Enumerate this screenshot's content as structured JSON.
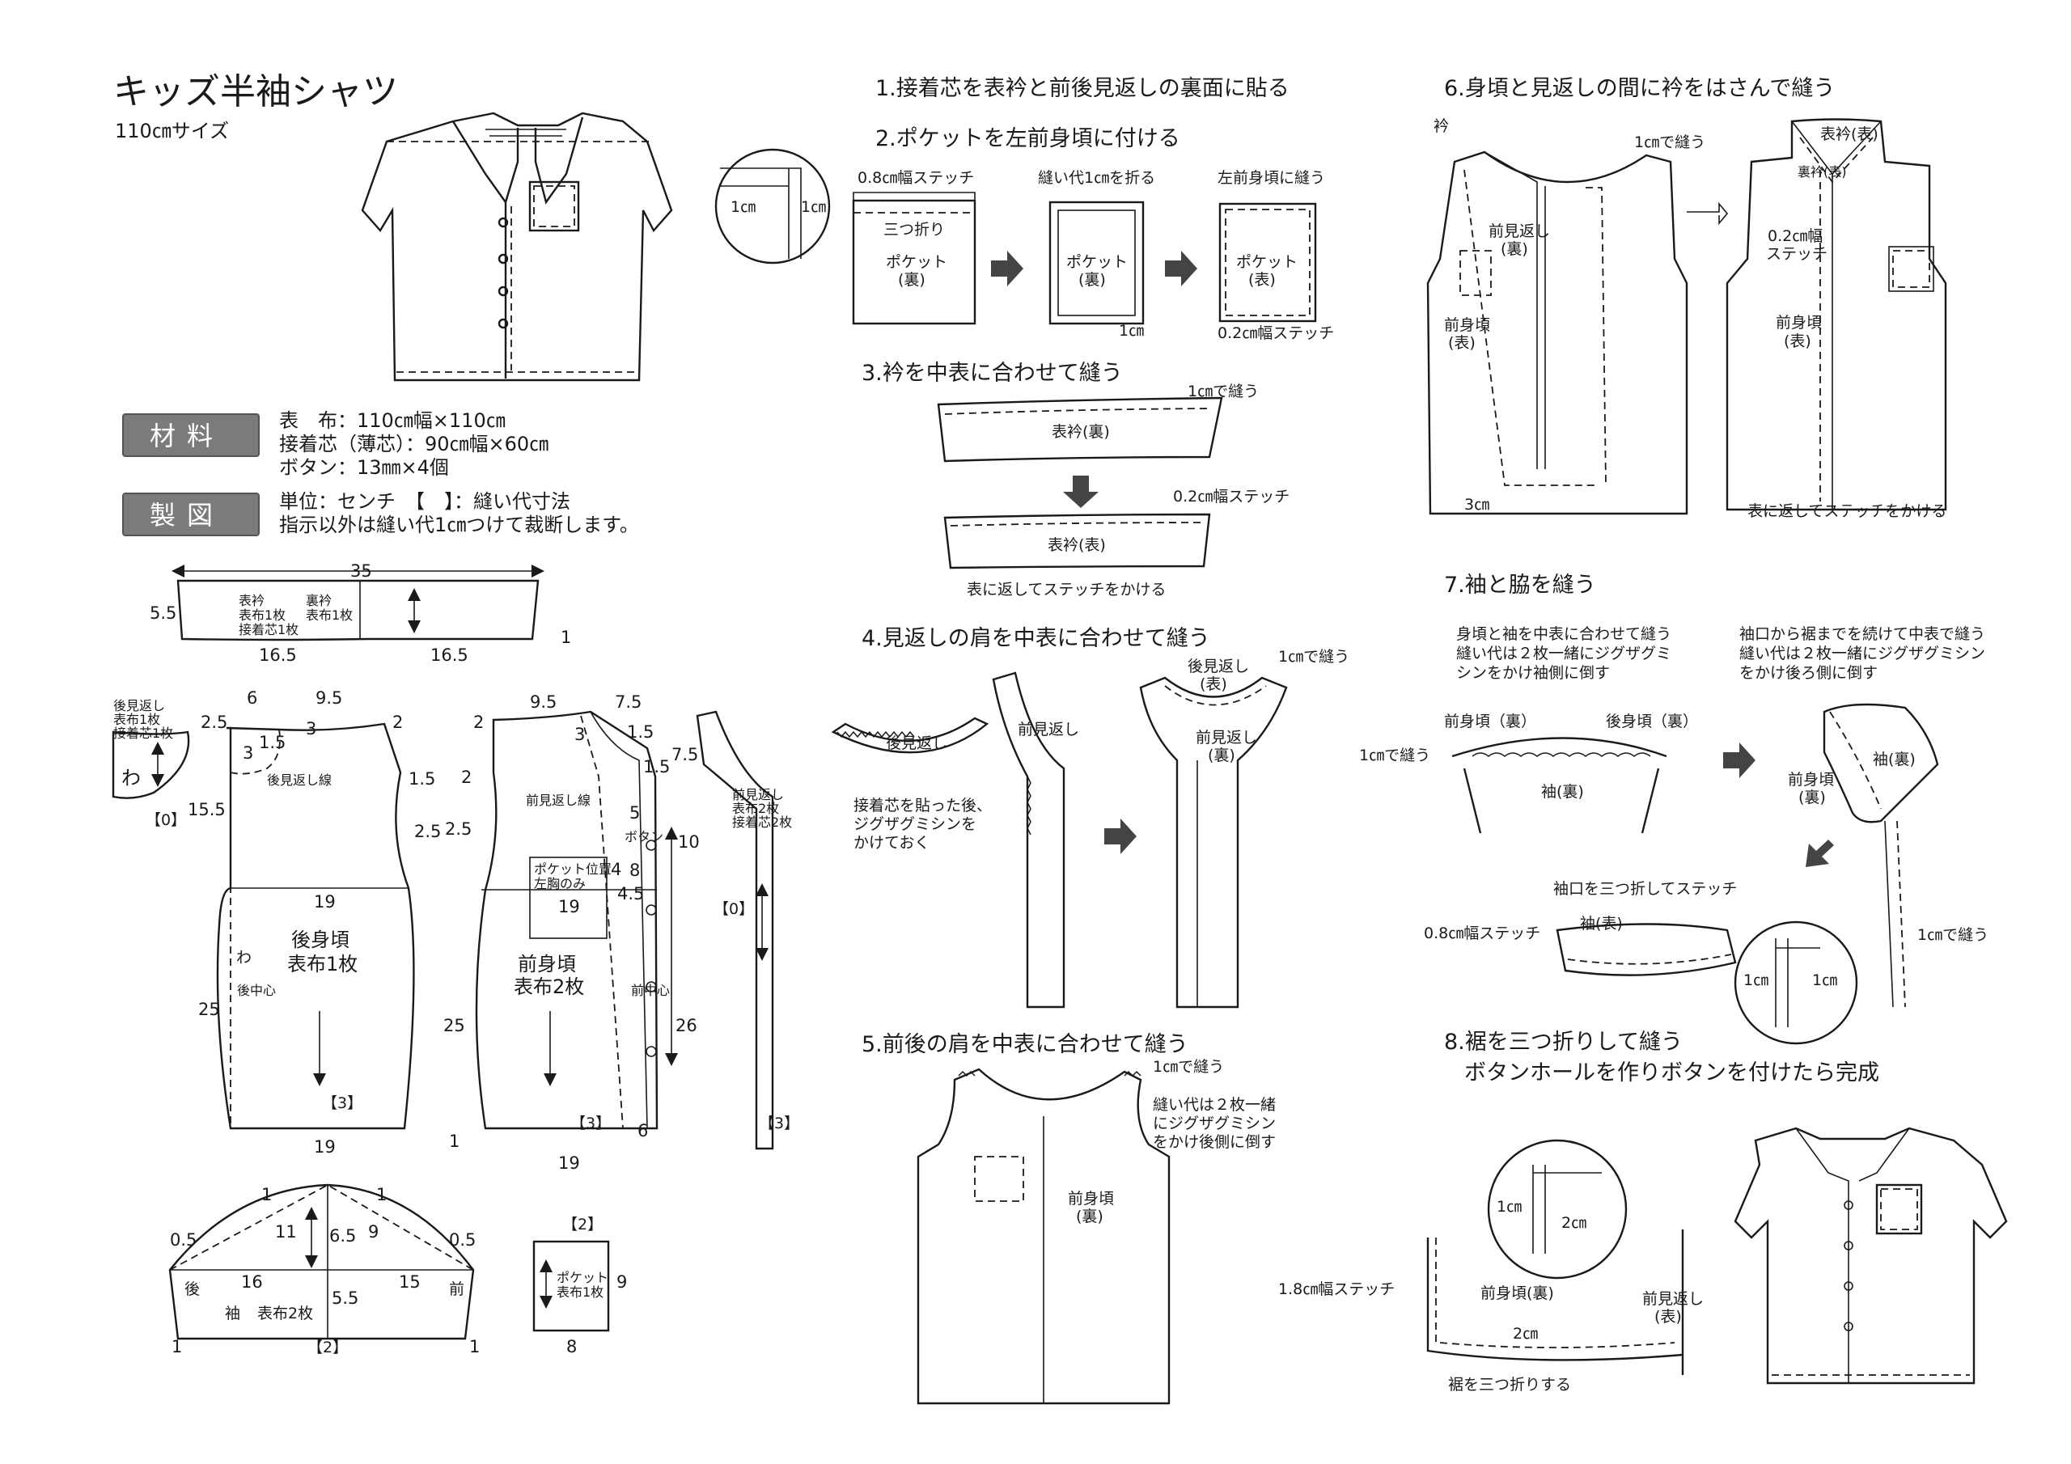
{
  "header": {
    "title": "キッズ半袖シャツ",
    "size": "110㎝サイズ"
  },
  "materials": {
    "label": "材料",
    "lines": [
      "表　布：110㎝幅×110㎝",
      "接着芯（薄芯）：90㎝幅×60㎝",
      "ボタン：13㎜×4個"
    ]
  },
  "pattern": {
    "label": "製図",
    "lines": [
      "単位：センチ　【　】：縫い代寸法",
      "指示以外は縫い代1㎝つけて裁断します。"
    ]
  },
  "collar_draft": {
    "width": "35",
    "height": "5.5",
    "half_left": "16.5",
    "half_right": "16.5",
    "label_outer": "表衿",
    "label_inner": "裏衿",
    "count_outer": "表布1枚",
    "count_inner": "表布1枚",
    "interfacing": "接着芯1枚",
    "corner": "1"
  },
  "back_facing": {
    "name": "後見返し",
    "fabric": "表布1枚",
    "interfacing": "接着芯1枚",
    "fold": "わ",
    "seam": "【0】"
  },
  "back_bodice": {
    "name": "後身頃",
    "fabric": "表布1枚",
    "fold": "わ",
    "center": "後中心",
    "facing_line": "後見返し線",
    "hem": "【3】",
    "dims": {
      "neck_w": "6",
      "shoulder_w": "9.5",
      "slope_l": "2.5",
      "slope_r": "2",
      "neck_d": "3",
      "facing_d": "3",
      "facing_w": "1.5",
      "armhole_d": "15.5",
      "arm_1": "1.5",
      "arm_2": "2.5",
      "chest": "19",
      "length": "25",
      "hem_w": "19"
    }
  },
  "front_bodice": {
    "name": "前身頃",
    "fabric": "表布2枚",
    "center": "前中心",
    "facing_line": "前見返し線",
    "pocket": "ポケット位置",
    "pocket_note": "左胸のみ",
    "button": "ボタン",
    "hem": "【3】",
    "dims": {
      "slope_l": "2",
      "shoulder_w": "9.5",
      "neck_w": "7.5",
      "neck_d": "3",
      "neck_1": "1.5",
      "neck_2": "1.5",
      "lapel": "7.5",
      "arm_1": "2",
      "arm_2": "2.5",
      "btn_top": "5",
      "btn_gap": "8",
      "pocket_x": "4",
      "pocket_y": "4.5",
      "chest": "19",
      "pocket_w": "19",
      "side": "25",
      "front_len": "10",
      "front_total": "26",
      "hem_corner": "6",
      "hem_w": "19",
      "corner": "1"
    }
  },
  "front_facing": {
    "name": "前見返し",
    "fabric": "表布2枚",
    "interfacing": "接着芯2枚",
    "seam_top": "【0】",
    "seam_bottom": "【3】"
  },
  "sleeve": {
    "name": "袖",
    "fabric": "表布2枚",
    "back": "後",
    "front": "前",
    "hem": "【2】",
    "dims": {
      "top_l": "1",
      "top_r": "1",
      "cap_l": "11",
      "cap_c": "6.5",
      "cap_r": "9",
      "edge_l": "0.5",
      "edge_r": "0.5",
      "back_w": "16",
      "front_w": "15",
      "cap_h": "5.5",
      "corner_l": "1",
      "corner_r": "1"
    }
  },
  "pocket_draft": {
    "name": "ポケット",
    "fabric": "表布1枚",
    "top": "【2】",
    "height": "9",
    "width": "8"
  },
  "steps": {
    "s1": {
      "title": "1.接着芯を表衿と前後見返しの裏面に貼る"
    },
    "s2": {
      "title": "2.ポケットを左前身頃に付ける",
      "stitch_top": "0.8㎝幅ステッチ",
      "fold3": "三つ折り",
      "pocket_wrong": "ポケット",
      "wrong": "(裏)",
      "fold1": "縫い代1㎝を折る",
      "attach": "左前身頃に縫う",
      "pocket_right": "ポケット",
      "right": "(表)",
      "one_cm": "1㎝",
      "stitch_02": "0.2㎝幅ステッチ",
      "detail_1": "1㎝",
      "detail_2": "1㎝"
    },
    "s3": {
      "title": "3.衿を中表に合わせて縫う",
      "sew1": "1㎝で縫う",
      "collar_wrong": "表衿(裏)",
      "stitch": "0.2㎝幅ステッチ",
      "collar_right": "表衿(表)",
      "turn": "表に返してステッチをかける"
    },
    "s4": {
      "title": "4.見返しの肩を中表に合わせて縫う",
      "back_facing": "後見返し",
      "note": [
        "接着芯を貼った後、",
        "ジグザグミシンを",
        "かけておく"
      ],
      "front_facing": "前見返し",
      "sew": "1㎝で縫う",
      "back_facing_right": "後見返し",
      "right": "(表)",
      "front_facing_wrong": "前見返し",
      "wrong": "(裏)"
    },
    "s5": {
      "title": "5.前後の肩を中表に合わせて縫う",
      "sew": "1㎝で縫う",
      "note": [
        "縫い代は２枚一緒",
        "にジグザグミシン",
        "をかけ後側に倒す"
      ],
      "front_wrong": "前身頃",
      "wrong": "(裏)"
    },
    "s6": {
      "title": "6.身頃と見返しの間に衿をはさんで縫う",
      "collar": "衿",
      "sew": "1㎝で縫う",
      "facing_wrong": "前見返し",
      "wrong": "(裏)",
      "front_right": "前身頃",
      "right": "(表)",
      "dim3": "3㎝",
      "collar_right": "表衿(表)",
      "collar_back": "裏衿(表)",
      "stitch": "0.2㎝幅",
      "stitch2": "ステッチ",
      "front_right2": "前身頃",
      "right2": "(表)",
      "turn": "表に返してステッチをかける"
    },
    "s7": {
      "title": "7.袖と脇を縫う",
      "note_l": [
        "身頃と袖を中表に合わせて縫う",
        "縫い代は２枚一緒にジグザグミ",
        "シンをかけ袖側に倒す"
      ],
      "note_r": [
        "袖口から裾までを続けて中表で縫う",
        "縫い代は２枚一緒にジグザグミシン",
        "をかけ後ろ側に倒す"
      ],
      "front_wrong": "前身頃（裏）",
      "back_wrong": "後身頃（裏）",
      "sew": "1㎝で縫う",
      "sleeve_wrong": "袖(裏)",
      "sleeve_wrong2": "袖(裏)",
      "front_wrong2": "前身頃",
      "wrong2": "(裏)",
      "hem_note": "袖口を三つ折してステッチ",
      "stitch": "0.8㎝幅ステッチ",
      "sleeve_right": "袖(表)",
      "sew2": "1㎝で縫う",
      "detail_1": "1㎝",
      "detail_2": "1㎝"
    },
    "s8": {
      "title": "8.裾を三つ折りして縫う",
      "title2": "ボタンホールを作りボタンを付けたら完成",
      "stitch": "1.8㎝幅ステッチ",
      "front_wrong": "前身頃(裏)",
      "facing": "前見返し",
      "right": "(表)",
      "two_cm": "2㎝",
      "fold": "裾を三つ折りする",
      "detail_1": "1㎝",
      "detail_2": "2㎝"
    }
  }
}
